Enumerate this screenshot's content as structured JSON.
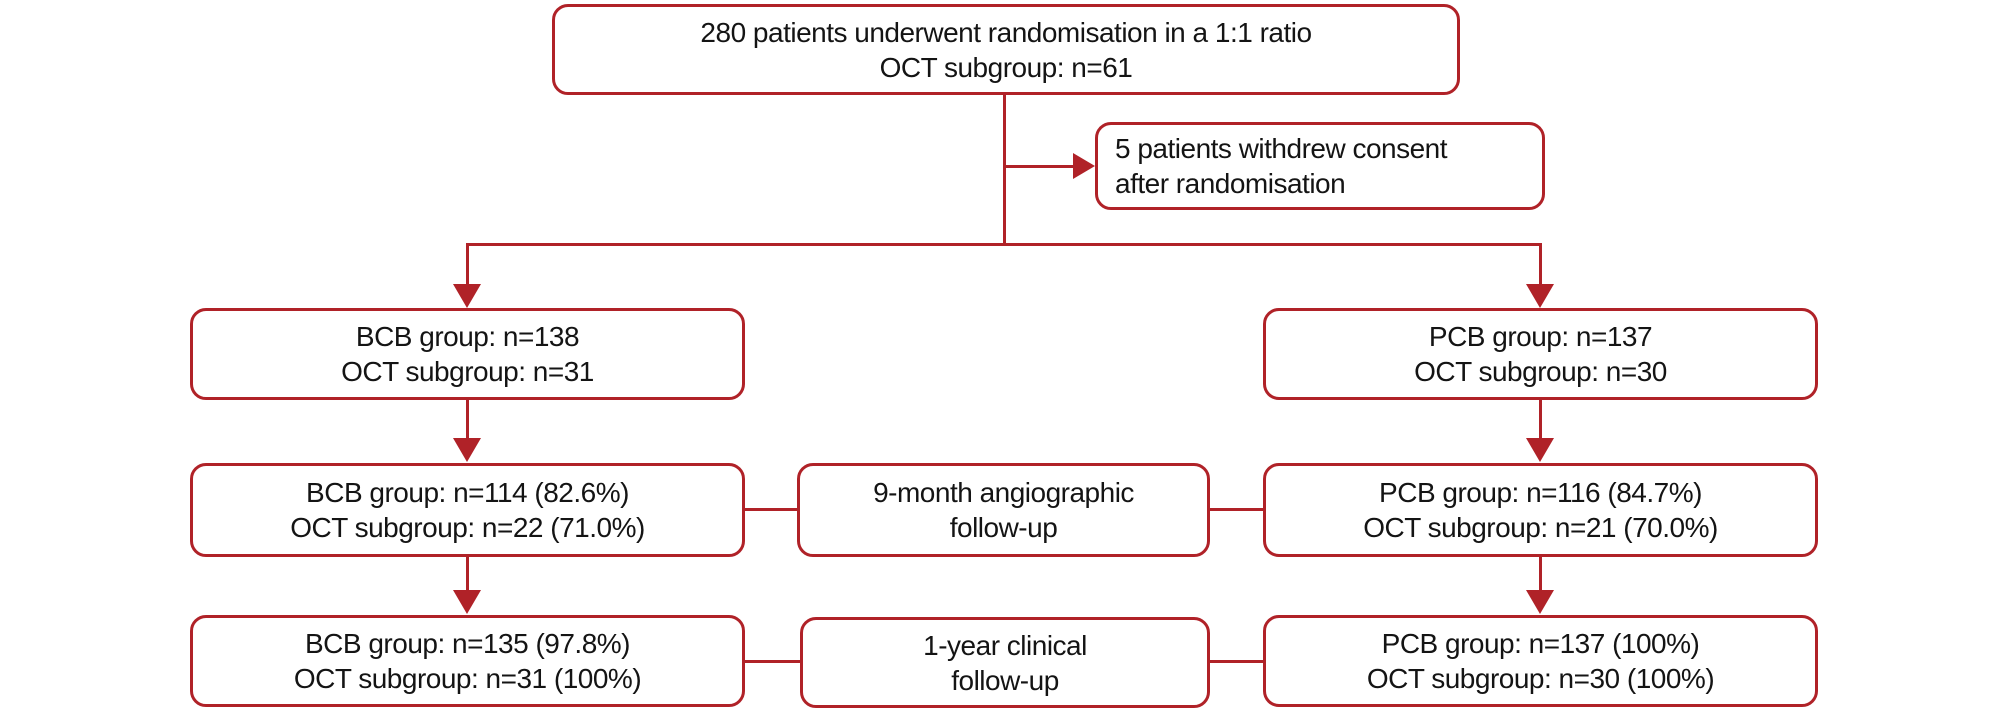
{
  "palette": {
    "line_color": "#B02228",
    "text_color": "#141414",
    "background_color": "#ffffff"
  },
  "flowchart": {
    "randomisation_box": {
      "line1": "280 patients underwent randomisation in a 1:1 ratio",
      "line2": "OCT subgroup: n=61"
    },
    "withdrawal_box": {
      "line1": "5 patients withdrew consent",
      "line2": "after randomisation"
    },
    "bcb_group_box": {
      "line1": "BCB group: n=138",
      "line2": "OCT subgroup: n=31"
    },
    "pcb_group_box": {
      "line1": "PCB group: n=137",
      "line2": "OCT subgroup: n=30"
    },
    "bcb_angiographic_box": {
      "line1": "BCB group: n=114 (82.6%)",
      "line2": "OCT subgroup: n=22 (71.0%)"
    },
    "angiographic_label_box": {
      "line1": "9-month angiographic",
      "line2": "follow-up"
    },
    "pcb_angiographic_box": {
      "line1": "PCB group: n=116 (84.7%)",
      "line2": "OCT subgroup: n=21 (70.0%)"
    },
    "bcb_clinical_box": {
      "line1": "BCB group: n=135 (97.8%)",
      "line2": "OCT subgroup: n=31 (100%)"
    },
    "clinical_label_box": {
      "line1": "1-year clinical",
      "line2": "follow-up"
    },
    "pcb_clinical_box": {
      "line1": "PCB group: n=137 (100%)",
      "line2": "OCT subgroup: n=30 (100%)"
    }
  }
}
